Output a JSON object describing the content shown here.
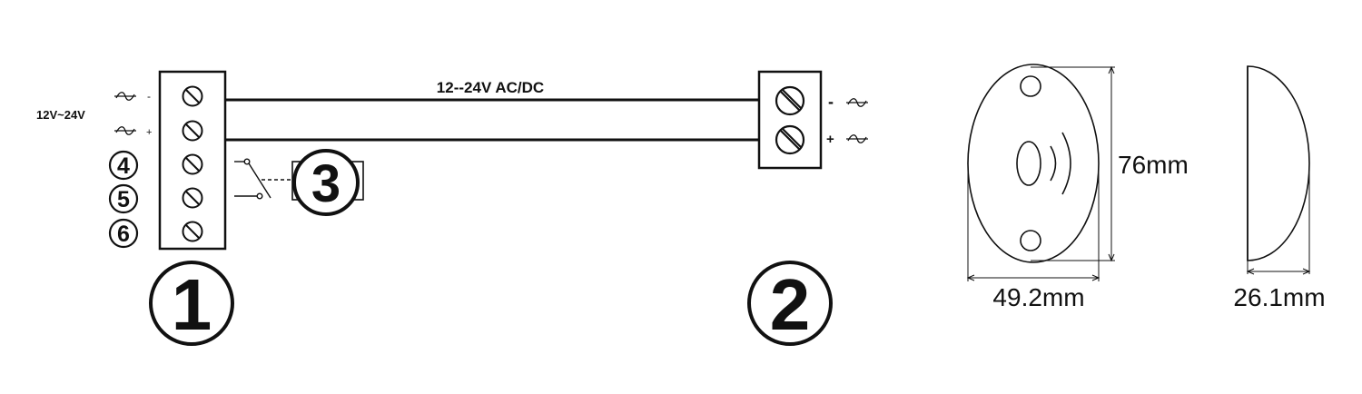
{
  "wiring": {
    "voltage_range_label": "12V~24V",
    "cable_label": "12--24V AC/DC",
    "left_terminal_signs": [
      "-",
      "+"
    ],
    "right_terminal_signs": [
      "-",
      "+"
    ],
    "terminal_numbers": [
      "4",
      "5",
      "6"
    ],
    "callouts": [
      "1",
      "2",
      "3"
    ]
  },
  "dimensions": {
    "height": "76mm",
    "width": "49.2mm",
    "depth": "26.1mm"
  }
}
